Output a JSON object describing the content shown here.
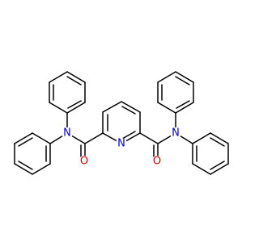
{
  "molecule": {
    "colors": {
      "bond": "#000000",
      "N": "#0000cc",
      "O": "#cc0000",
      "background": "#ffffff"
    },
    "atoms": [
      {
        "id": "N_pyr",
        "label": "N"
      },
      {
        "id": "N_left",
        "label": "N"
      },
      {
        "id": "N_right",
        "label": "N"
      },
      {
        "id": "O_left",
        "label": "O"
      },
      {
        "id": "O_right",
        "label": "O"
      }
    ]
  }
}
